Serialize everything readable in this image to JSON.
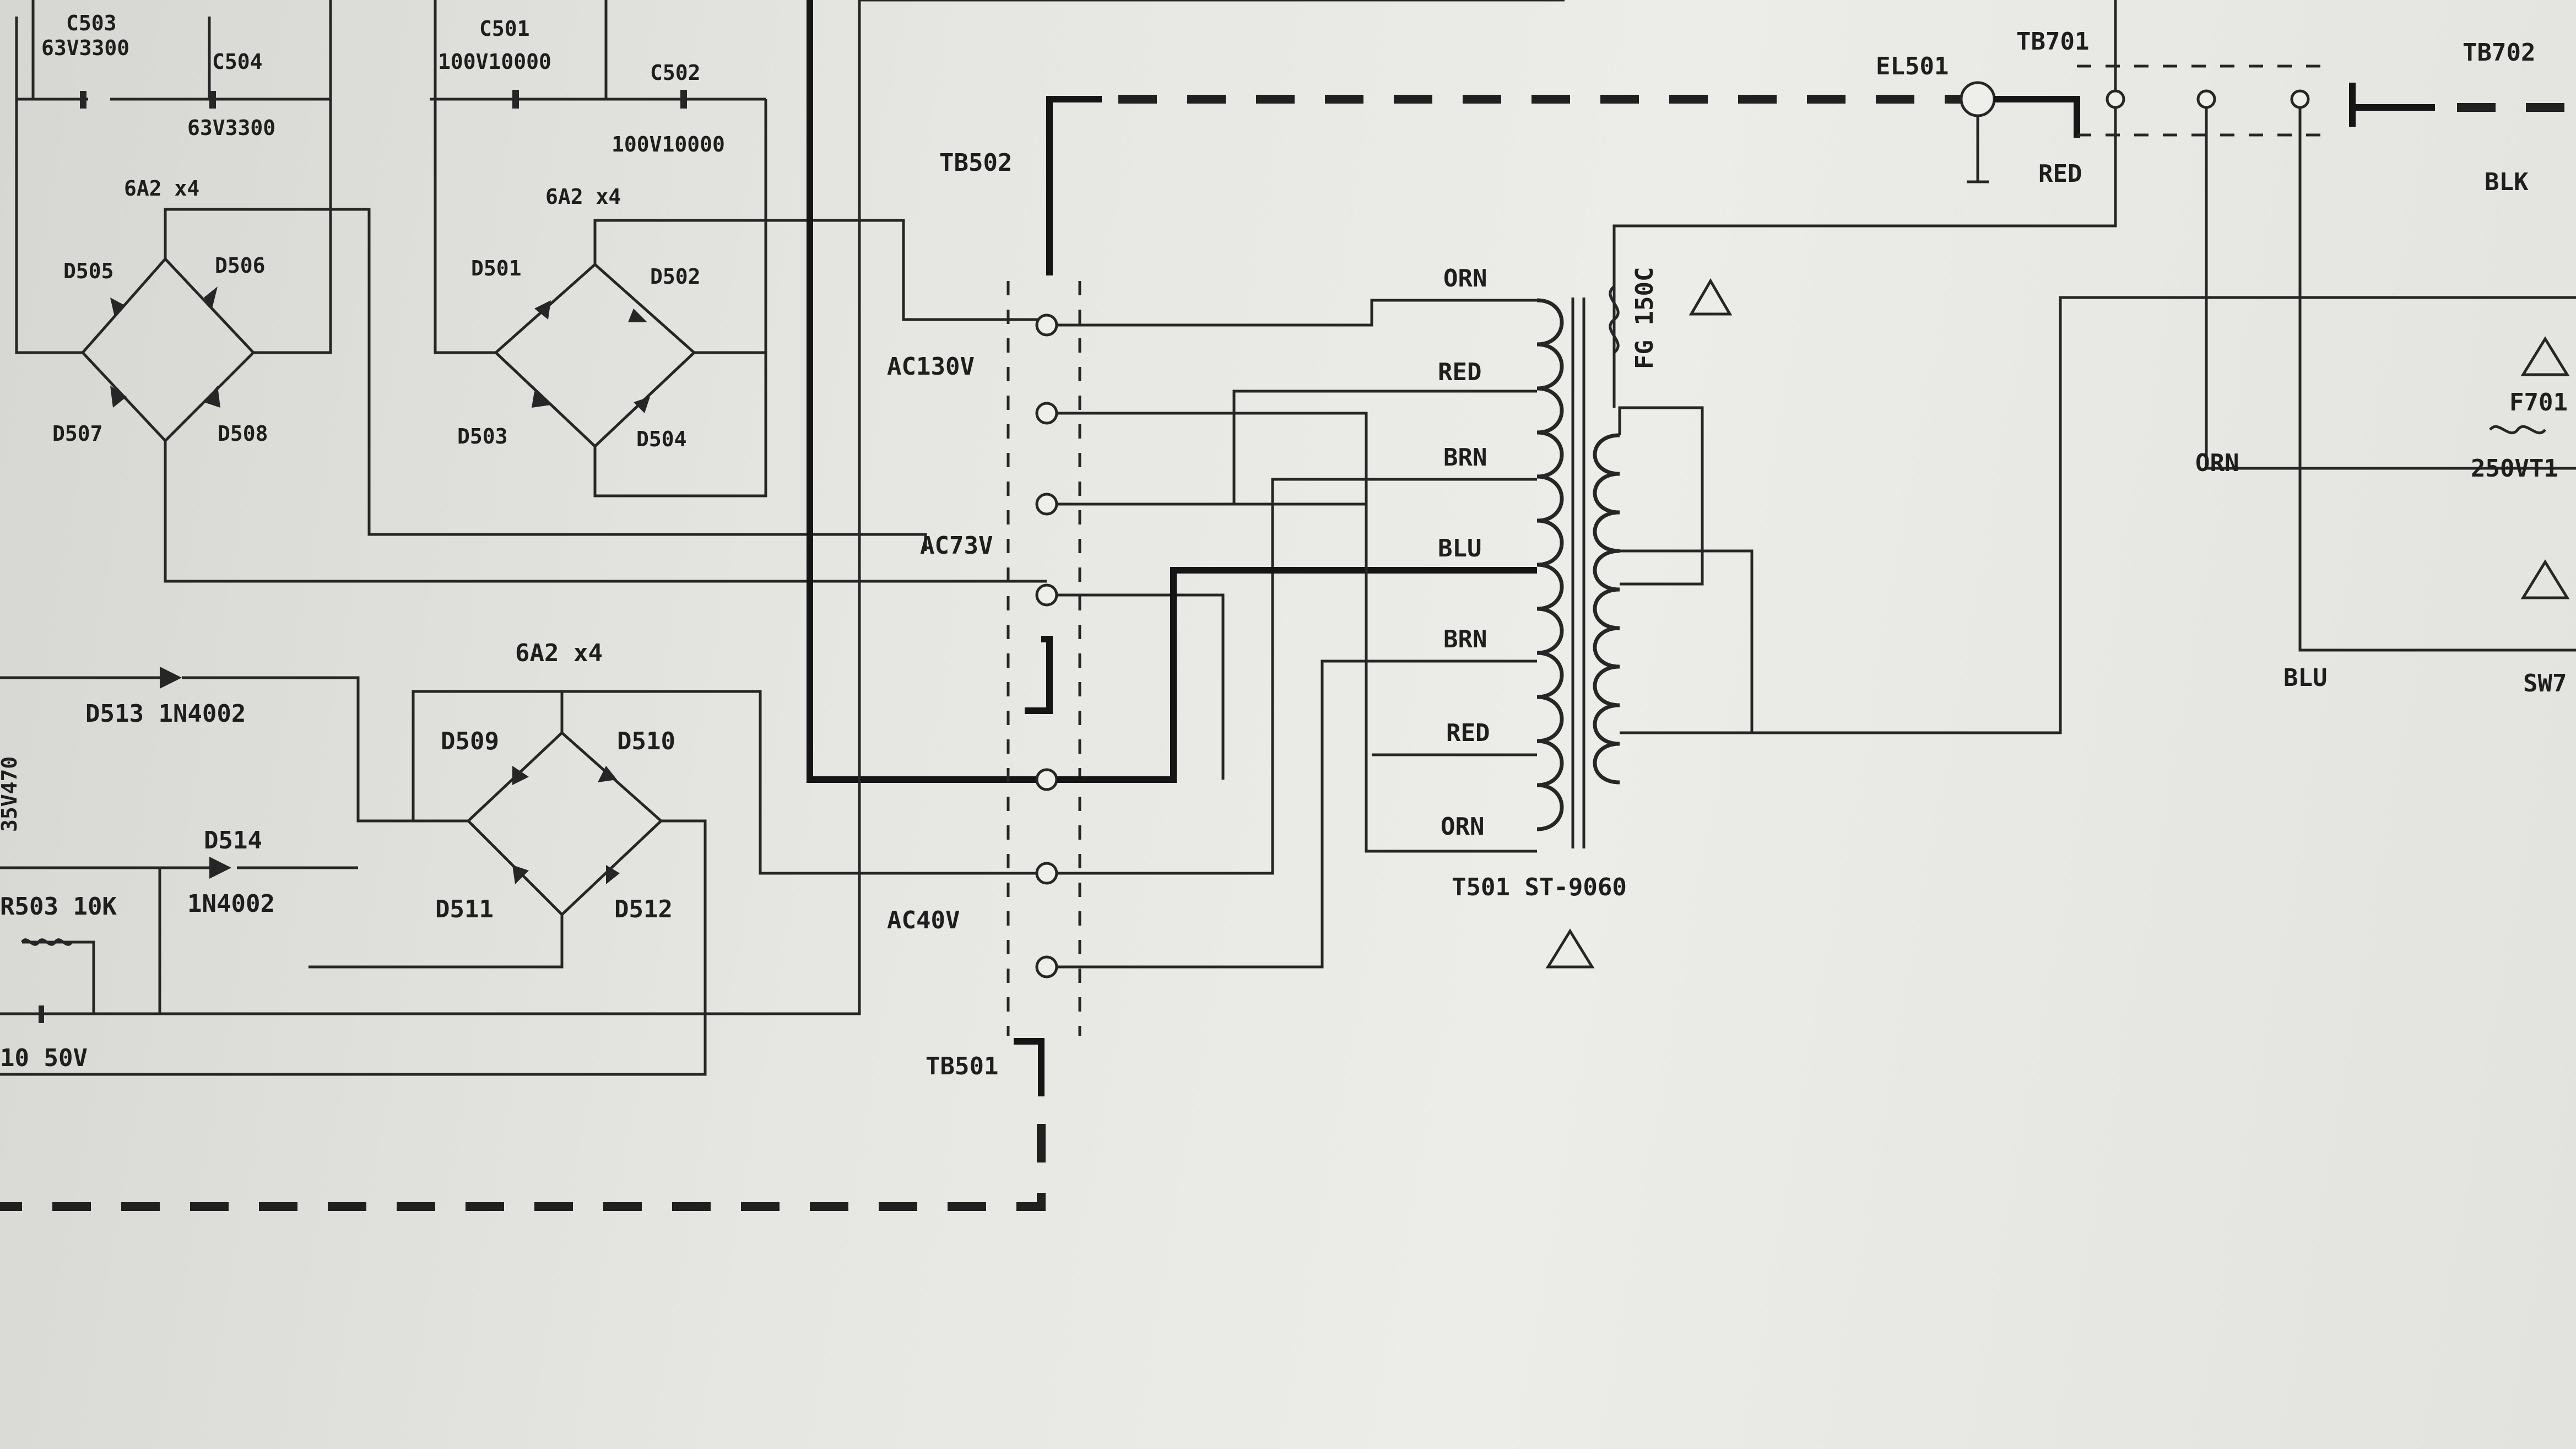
{
  "labels": {
    "c503": "C503",
    "c503_value": "63V3300",
    "c504": "C504",
    "c504_value": "63V3300",
    "bridge_1": "6A2 x4",
    "d505": "D505",
    "d506": "D506",
    "d507": "D507",
    "d508": "D508",
    "c501": "C501",
    "c501_value": "100V10000",
    "c502": "C502",
    "c502_value": "100V10000",
    "bridge_2": "6A2 x4",
    "d501": "D501",
    "d502": "D502",
    "d503": "D503",
    "d504": "D504",
    "tb502": "TB502",
    "ac130v": "AC130V",
    "ac73v": "AC73V",
    "ac40v": "AC40V",
    "tb501": "TB501",
    "orn": "ORN",
    "red": "RED",
    "brn": "BRN",
    "blu": "BLU",
    "blk": "BLK",
    "t501_model": "T501 ST-9060",
    "fuse_fg": "FG 150C",
    "el501": "EL501",
    "tb701": "TB701",
    "tb702": "TB702",
    "f701": "F701",
    "fuse_rating": "250VT1",
    "sw7": "SW7",
    "bridge_3": "6A2 x4",
    "d513": "D513 1N4002",
    "d509": "D509",
    "d510": "D510",
    "d514": "D514",
    "d514_part": "1N4002",
    "d511": "D511",
    "d512": "D512",
    "r503": "R503 10K",
    "cap_value": "10 50V",
    "side_cap": "35V470"
  }
}
